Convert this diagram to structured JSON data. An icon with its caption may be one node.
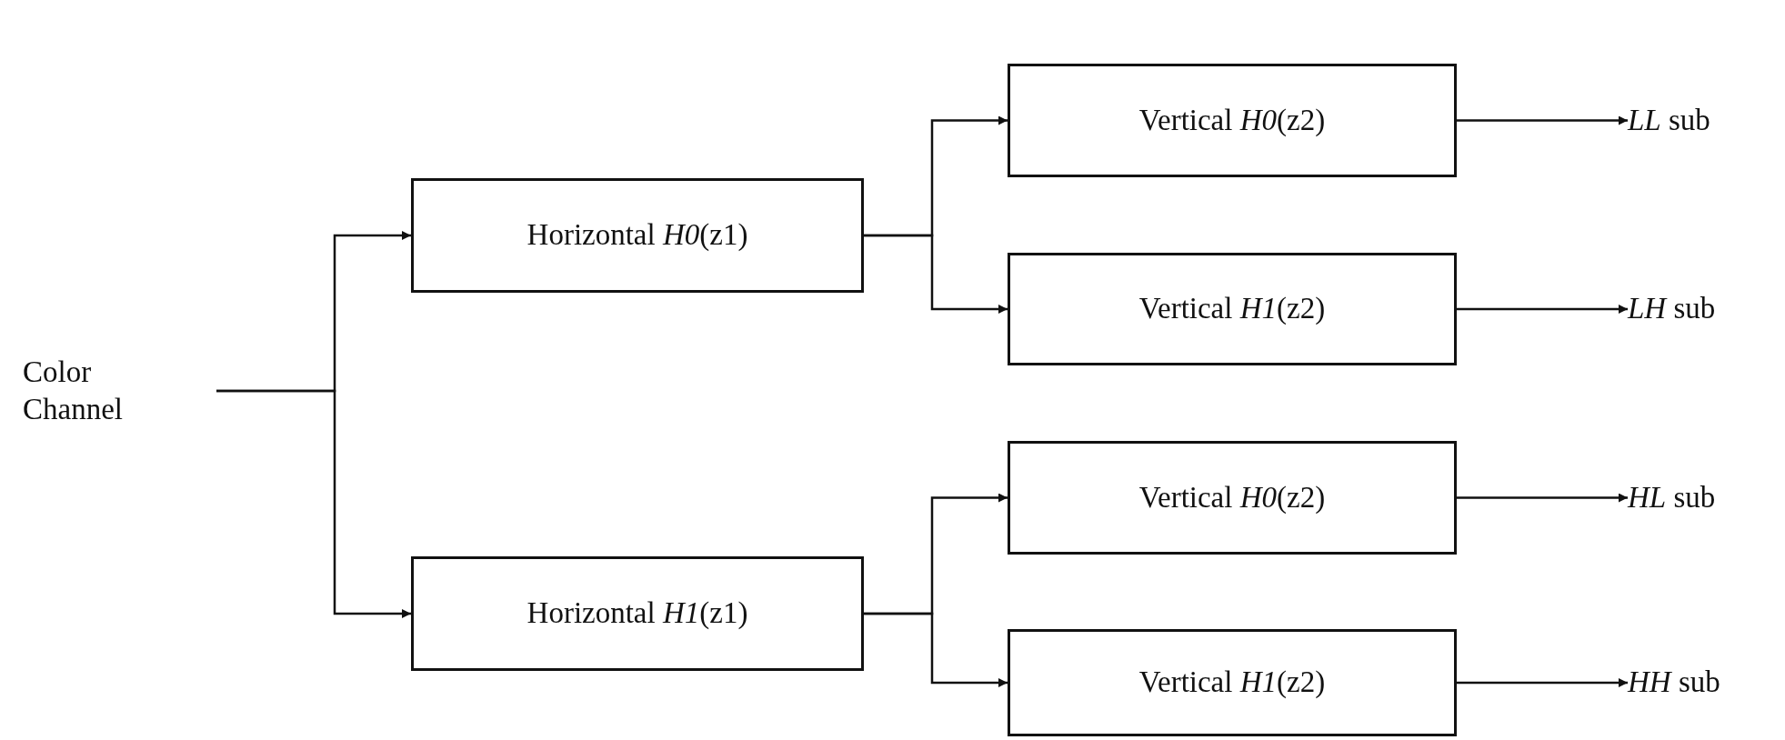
{
  "diagram": {
    "nodes": [
      {
        "text": [
          "Color Channel"
        ]
      },
      {
        "text": [
          "Horizontal *H0*(z1)"
        ]
      },
      {
        "text": [
          "Horizontal *H1*(z1)"
        ]
      },
      {
        "text": [
          "Vertical *H0*(z2)"
        ]
      },
      {
        "text": [
          "Vertical *H1*(z2)"
        ]
      },
      {
        "text": [
          "Vertical *H0*(z2)"
        ]
      },
      {
        "text": [
          "Vertical *H1*(z2)"
        ]
      },
      {
        "text": [
          "*LL* sub"
        ]
      },
      {
        "text": [
          "*LH* sub"
        ]
      },
      {
        "text": [
          "*HL* sub"
        ]
      },
      {
        "text": [
          "*HH* sub"
        ]
      }
    ],
    "edges": [
      {
        "from": 0,
        "to": 1,
        "arrow": "to"
      },
      {
        "from": 0,
        "to": 2,
        "arrow": "to"
      },
      {
        "from": 1,
        "to": 3,
        "arrow": "to"
      },
      {
        "from": 1,
        "to": 4,
        "arrow": "to"
      },
      {
        "from": 2,
        "to": 5,
        "arrow": "to"
      },
      {
        "from": 2,
        "to": 6,
        "arrow": "to"
      },
      {
        "from": 3,
        "to": 7,
        "arrow": "to"
      },
      {
        "from": 4,
        "to": 8,
        "arrow": "to"
      },
      {
        "from": 5,
        "to": 9,
        "arrow": "to"
      },
      {
        "from": 6,
        "to": 10,
        "arrow": "to"
      }
    ]
  }
}
